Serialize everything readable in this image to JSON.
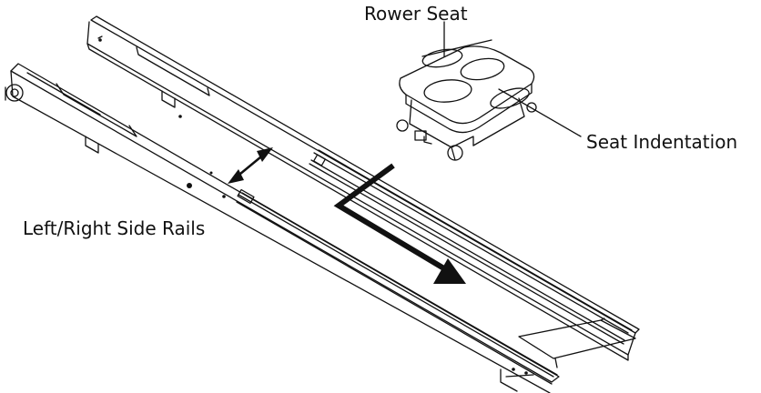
{
  "labels": {
    "rower_seat": "Rower Seat",
    "seat_indentation": "Seat Indentation",
    "side_rails": "Left/Right Side Rails"
  },
  "colors": {
    "line": "#111111",
    "background": "#ffffff"
  }
}
